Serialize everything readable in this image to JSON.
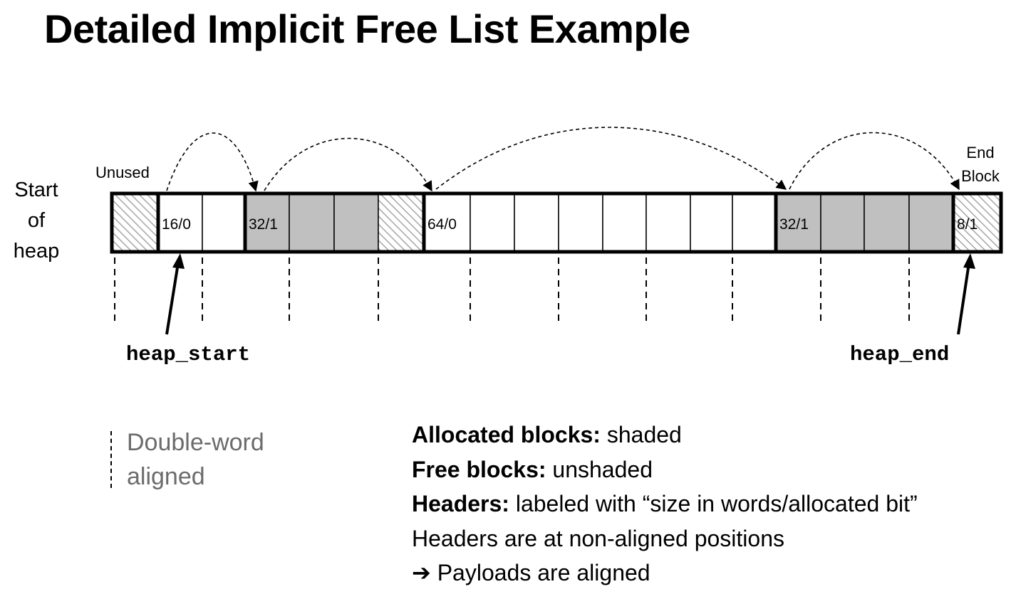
{
  "title": "Detailed Implicit Free List Example",
  "labels": {
    "start_of_heap": [
      "Start",
      "of",
      "heap"
    ],
    "unused": "Unused",
    "end_block": [
      "End",
      "Block"
    ],
    "heap_start": "heap_start",
    "heap_end": "heap_end"
  },
  "legend": {
    "aligned": [
      "Double-word",
      "aligned"
    ]
  },
  "heap": {
    "words": [
      {
        "kind": "unused",
        "header": "",
        "fill": "hatched"
      },
      {
        "kind": "header",
        "header": "16/0",
        "fill": "free"
      },
      {
        "kind": "payload",
        "header": "",
        "fill": "free"
      },
      {
        "kind": "header",
        "header": "32/1",
        "fill": "allocated"
      },
      {
        "kind": "payload",
        "header": "",
        "fill": "allocated"
      },
      {
        "kind": "payload",
        "header": "",
        "fill": "allocated"
      },
      {
        "kind": "padding",
        "header": "",
        "fill": "hatched"
      },
      {
        "kind": "header",
        "header": "64/0",
        "fill": "free"
      },
      {
        "kind": "payload",
        "header": "",
        "fill": "free"
      },
      {
        "kind": "payload",
        "header": "",
        "fill": "free"
      },
      {
        "kind": "payload",
        "header": "",
        "fill": "free"
      },
      {
        "kind": "payload",
        "header": "",
        "fill": "free"
      },
      {
        "kind": "payload",
        "header": "",
        "fill": "free"
      },
      {
        "kind": "payload",
        "header": "",
        "fill": "free"
      },
      {
        "kind": "payload",
        "header": "",
        "fill": "free"
      },
      {
        "kind": "header",
        "header": "32/1",
        "fill": "allocated"
      },
      {
        "kind": "payload",
        "header": "",
        "fill": "allocated"
      },
      {
        "kind": "payload",
        "header": "",
        "fill": "allocated"
      },
      {
        "kind": "payload",
        "header": "",
        "fill": "allocated"
      },
      {
        "kind": "header",
        "header": "8/1",
        "fill": "hatched"
      }
    ],
    "colors": {
      "allocated": "#c0c0c0",
      "free": "#ffffff",
      "hatch": "#a6a6a6",
      "border": "#000000"
    }
  },
  "notes": [
    {
      "bold": "Allocated blocks:",
      "text": " shaded"
    },
    {
      "bold": "Free blocks:",
      "text": " unshaded"
    },
    {
      "bold": "Headers:",
      "text": " labeled with “size in words/allocated bit”"
    },
    {
      "bold": "",
      "text": "Headers are at non-aligned positions"
    },
    {
      "bold": "",
      "arrow": "➔",
      "text": " Payloads are aligned"
    }
  ]
}
